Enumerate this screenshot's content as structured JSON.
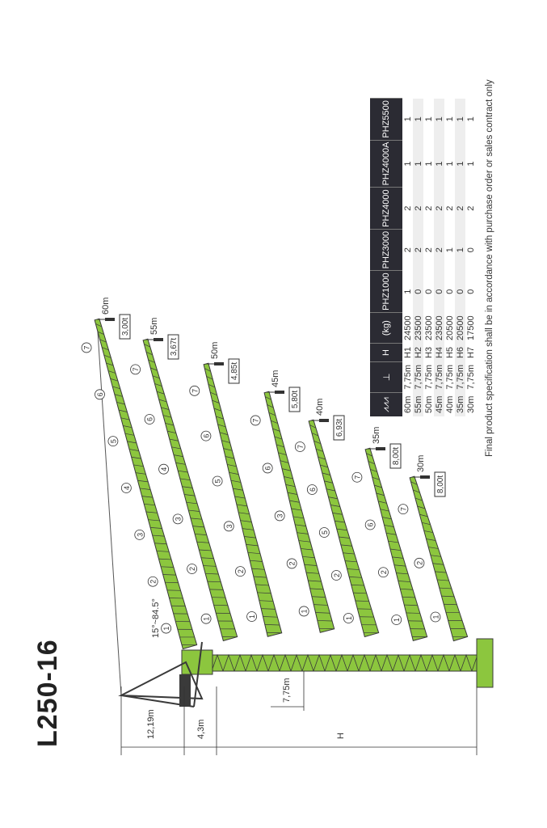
{
  "title": "L250-16",
  "dimensions": {
    "top_height": "12,19m",
    "pivot": "4,3m",
    "height": "H",
    "mast_section": "7,75m",
    "angle": "15°~84.5°"
  },
  "jibs": [
    {
      "length": "60m",
      "load": "3,00t",
      "sections": [
        "1",
        "2",
        "3",
        "4",
        "5",
        "6",
        "7"
      ]
    },
    {
      "length": "55m",
      "load": "3,67t",
      "sections": [
        "1",
        "2",
        "3",
        "4",
        "6",
        "7"
      ]
    },
    {
      "length": "50m",
      "load": "4,85t",
      "sections": [
        "1",
        "2",
        "3",
        "5",
        "6",
        "7"
      ]
    },
    {
      "length": "45m",
      "load": "5,80t",
      "sections": [
        "1",
        "2",
        "3",
        "6",
        "7"
      ]
    },
    {
      "length": "40m",
      "load": "6,93t",
      "sections": [
        "1",
        "2",
        "5",
        "6",
        "7"
      ]
    },
    {
      "length": "35m",
      "load": "8,00t",
      "sections": [
        "1",
        "2",
        "6",
        "7"
      ]
    },
    {
      "length": "30m",
      "load": "8,00t",
      "sections": [
        "1",
        "2",
        "7"
      ]
    }
  ],
  "table": {
    "headers": [
      "jib-icon",
      "mast-icon",
      "H",
      "(kg)",
      "PHZ1000",
      "PHZ3000",
      "PHZ4000",
      "PHZ4000A",
      "PHZ5500"
    ],
    "rows": [
      [
        "60m",
        "7,75m",
        "H1",
        "24500",
        "1",
        "2",
        "2",
        "1",
        "1"
      ],
      [
        "55m",
        "7,75m",
        "H2",
        "23500",
        "0",
        "2",
        "2",
        "1",
        "1"
      ],
      [
        "50m",
        "7,75m",
        "H3",
        "23500",
        "0",
        "2",
        "2",
        "1",
        "1"
      ],
      [
        "45m",
        "7,75m",
        "H4",
        "23500",
        "0",
        "2",
        "2",
        "1",
        "1"
      ],
      [
        "40m",
        "7,75m",
        "H5",
        "20500",
        "0",
        "1",
        "2",
        "1",
        "1"
      ],
      [
        "35m",
        "7,75m",
        "H6",
        "20500",
        "0",
        "1",
        "2",
        "1",
        "1"
      ],
      [
        "30m",
        "7,75m",
        "H7",
        "17500",
        "0",
        "0",
        "2",
        "1",
        "1"
      ]
    ]
  },
  "footnote": "Final product specification shall be in accordance with purchase order or sales contract only",
  "colors": {
    "jib": "#8cc63e",
    "outline": "#3a3a3a",
    "header": "#2b2b33"
  }
}
